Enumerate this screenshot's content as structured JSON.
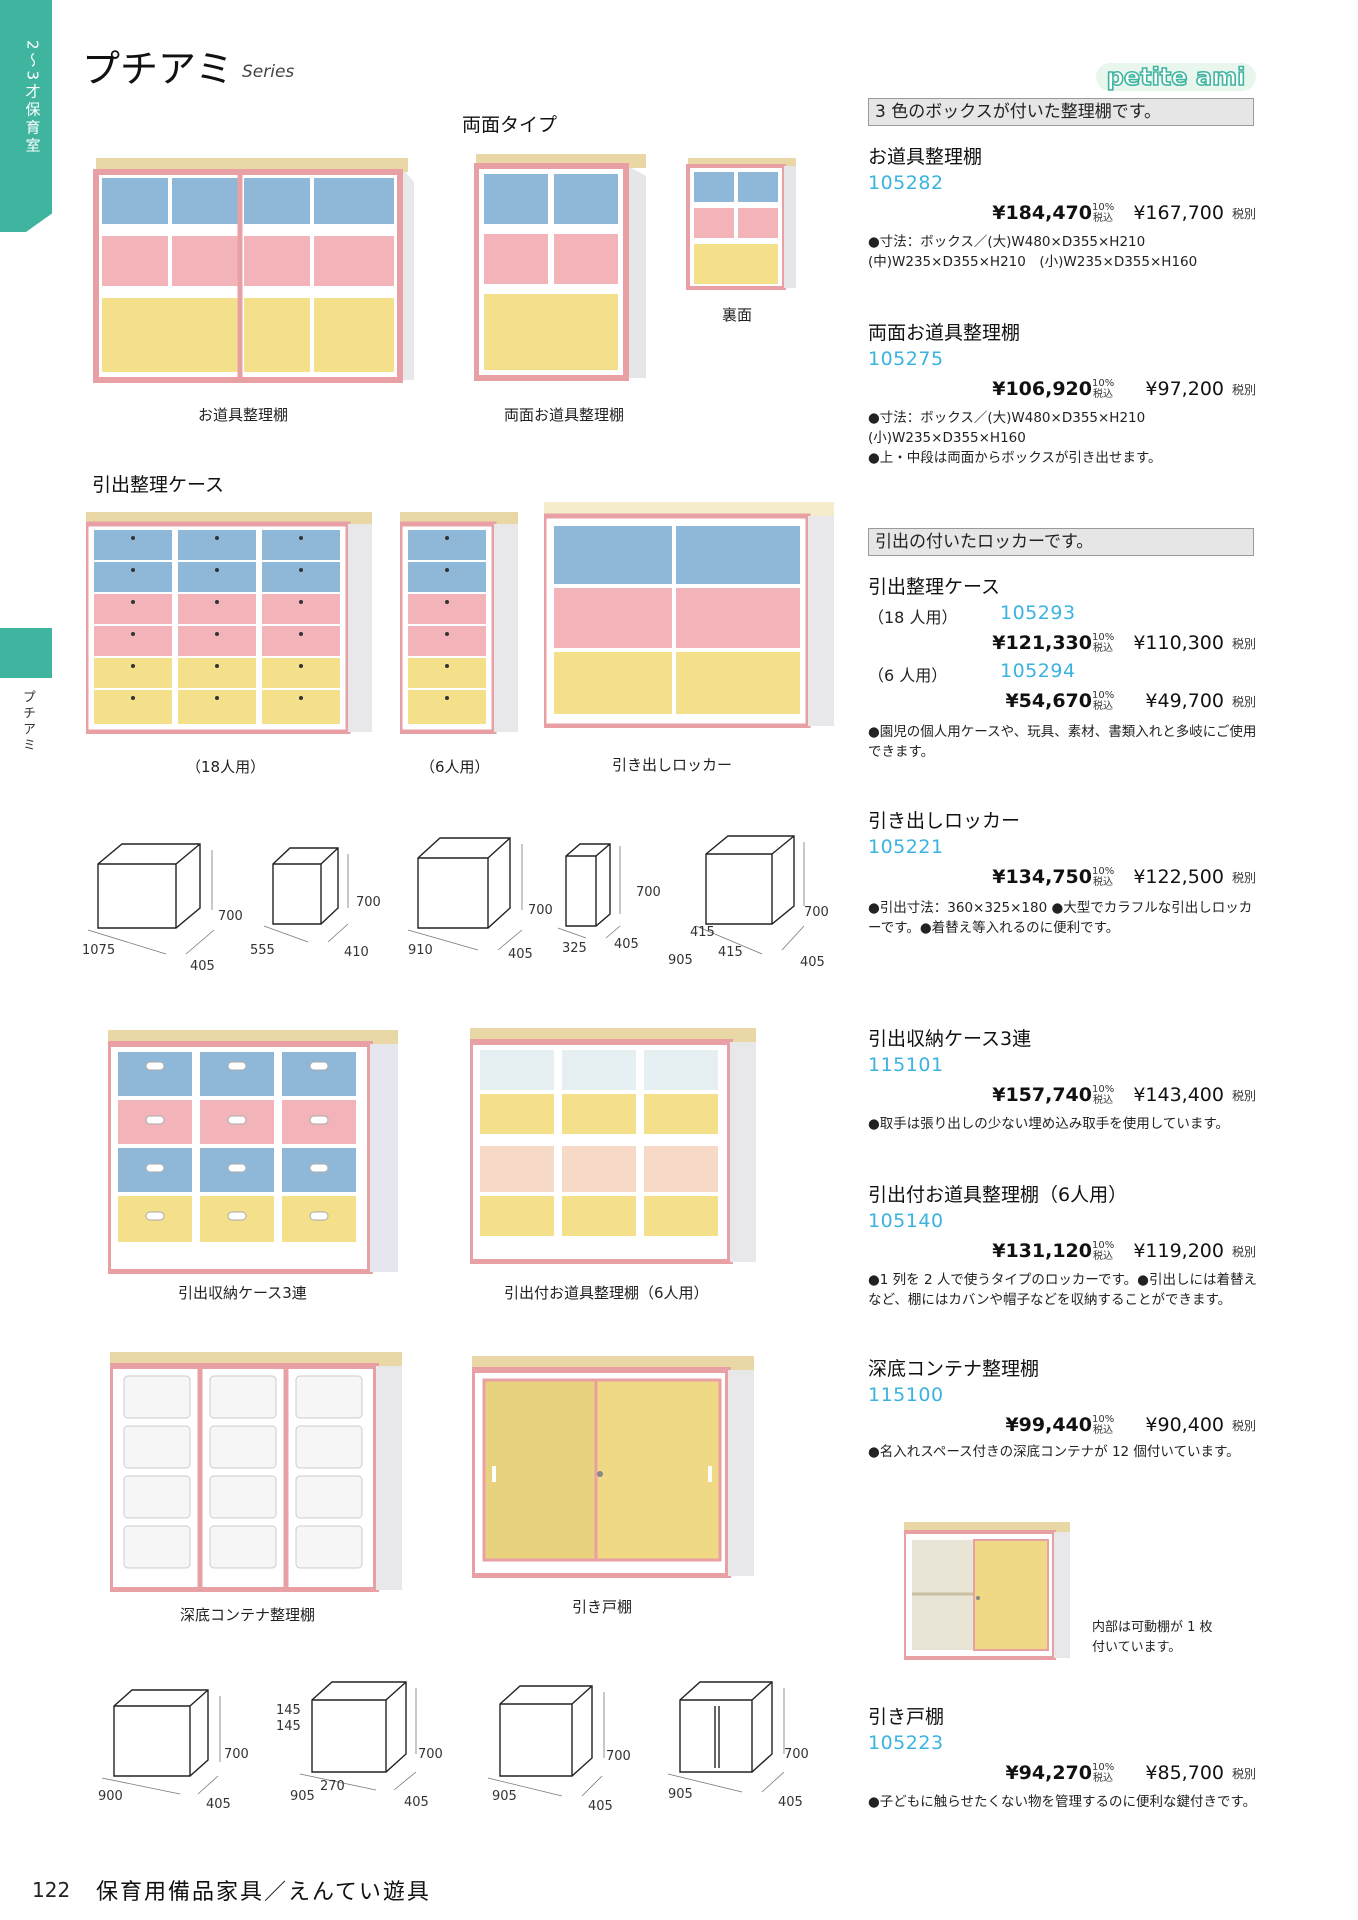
{
  "sidebar": {
    "category": "2〜3才保育室",
    "series_tab": "プチアミ"
  },
  "header": {
    "title": "プチアミ",
    "series": "Series",
    "logo": "petite ami"
  },
  "left": {
    "ryomen_type": "両面タイプ",
    "cap_odogu": "お道具整理棚",
    "cap_ryomen": "両面お道具整理棚",
    "cap_urasome": "裏面",
    "hikidashi_heading": "引出整理ケース",
    "cap_18": "（18人用）",
    "cap_6": "（6人用）",
    "cap_locker": "引き出しロッカー",
    "cap_3ren": "引出収納ケース3連",
    "cap_6nin": "引出付お道具整理棚（6人用）",
    "cap_container": "深底コンテナ整理棚",
    "cap_hikido": "引き戸棚",
    "dims1": {
      "a": [
        "700",
        "1075",
        "405"
      ],
      "b": [
        "700",
        "555",
        "410"
      ],
      "c": [
        "700",
        "910",
        "405"
      ],
      "d": [
        "700",
        "325",
        "405"
      ],
      "e": [
        "700",
        "905",
        "405",
        "415",
        "415"
      ]
    },
    "dims2": {
      "a": [
        "700",
        "900",
        "405"
      ],
      "b": [
        "700",
        "905",
        "405",
        "145",
        "145",
        "270"
      ],
      "c": [
        "700",
        "905",
        "405"
      ],
      "d": [
        "700",
        "905",
        "405"
      ]
    },
    "inside_note_1": "内部は可動棚が 1 枚",
    "inside_note_2": "付いています。"
  },
  "right": {
    "banner1": "3 色のボックスが付いた整理棚です。",
    "banner2": "引出の付いたロッカーです。",
    "tax_label": "10%\n税込",
    "nuki": "税別",
    "products": {
      "p1": {
        "name": "お道具整理棚",
        "code": "105282",
        "incl": "¥184,470",
        "excl": "¥167,700",
        "desc1": "●寸法：ボックス／(大)W480×D355×H210",
        "desc2": "(中)W235×D355×H210　(小)W235×D355×H160"
      },
      "p2": {
        "name": "両面お道具整理棚",
        "code": "105275",
        "incl": "¥106,920",
        "excl": "¥97,200",
        "desc1": "●寸法：ボックス／(大)W480×D355×H210",
        "desc2": "(小)W235×D355×H160",
        "desc3": "●上・中段は両面からボックスが引き出せます。"
      },
      "p3": {
        "name": "引出整理ケース",
        "v18": {
          "label": "（18 人用）",
          "code": "105293",
          "incl": "¥121,330",
          "excl": "¥110,300"
        },
        "v6": {
          "label": "（6 人用）",
          "code": "105294",
          "incl": "¥54,670",
          "excl": "¥49,700"
        },
        "desc": "●園児の個人用ケースや、玩具、素材、書類入れと多岐にご使用できます。"
      },
      "p4": {
        "name": "引き出しロッカー",
        "code": "105221",
        "incl": "¥134,750",
        "excl": "¥122,500",
        "desc": "●引出寸法：360×325×180 ●大型でカラフルな引出しロッカーです。●着替え等入れるのに便利です。"
      },
      "p5": {
        "name": "引出収納ケース3連",
        "code": "115101",
        "incl": "¥157,740",
        "excl": "¥143,400",
        "desc": "●取手は張り出しの少ない埋め込み取手を使用しています。"
      },
      "p6": {
        "name": "引出付お道具整理棚（6人用）",
        "code": "105140",
        "incl": "¥131,120",
        "excl": "¥119,200",
        "desc": "●1 列を 2 人で使うタイプのロッカーです。●引出しには着替えなど、棚にはカバンや帽子などを収納することができます。"
      },
      "p7": {
        "name": "深底コンテナ整理棚",
        "code": "115100",
        "incl": "¥99,440",
        "excl": "¥90,400",
        "desc": "●名入れスペース付きの深底コンテナが 12 個付いています。"
      },
      "p8": {
        "name": "引き戸棚",
        "code": "105223",
        "incl": "¥94,270",
        "excl": "¥85,700",
        "desc": "●子どもに触らせたくない物を管理するのに便利な鍵付きです。"
      }
    }
  },
  "footer": {
    "page": "122",
    "title": "保育用備品家具／えんてい遊具"
  },
  "colors": {
    "teal": "#3fb5a0",
    "blue": "#8fb7d8",
    "pink": "#f2b4b8",
    "yellow": "#f4e08a",
    "frame": "#e9a0a4",
    "top": "#e9d8a6",
    "code": "#3ab3e0"
  }
}
